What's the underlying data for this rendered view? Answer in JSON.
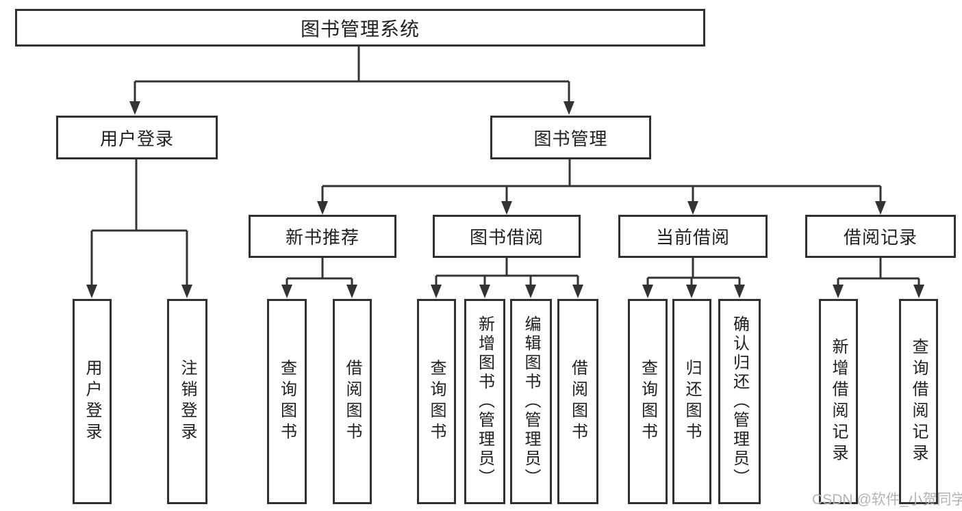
{
  "diagram": {
    "tree": {
      "label": "图书管理系统",
      "children": [
        {
          "label": "用户登录",
          "children": [
            {
              "label": "用户登录"
            },
            {
              "label": "注销登录"
            }
          ]
        },
        {
          "label": "图书管理",
          "children": [
            {
              "label": "新书推荐",
              "children": [
                {
                  "label": "查询图书"
                },
                {
                  "label": "借阅图书"
                }
              ]
            },
            {
              "label": "图书借阅",
              "children": [
                {
                  "label": "查询图书"
                },
                {
                  "label": "新增图书（管理员）"
                },
                {
                  "label": "编辑图书（管理员）"
                },
                {
                  "label": "借阅图书"
                }
              ]
            },
            {
              "label": "当前借阅",
              "children": [
                {
                  "label": "查询图书"
                },
                {
                  "label": "归还图书"
                },
                {
                  "label": "确认归还（管理员）"
                }
              ]
            },
            {
              "label": "借阅记录",
              "children": [
                {
                  "label": "新增借阅记录"
                },
                {
                  "label": "查询借阅记录"
                }
              ]
            }
          ]
        }
      ]
    },
    "watermark": "CSDN @软件_小贺同学",
    "colors": {
      "line": "#333333",
      "border": "#303030",
      "text": "#1f1f1f",
      "watermark": "#b3b3b3",
      "background": "#ffffff"
    }
  }
}
